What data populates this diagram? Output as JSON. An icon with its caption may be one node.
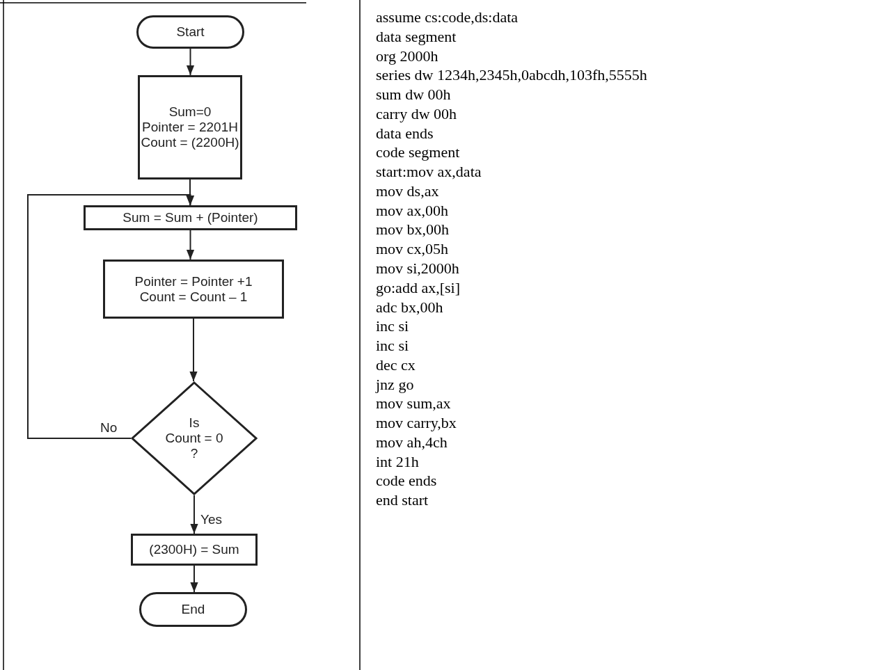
{
  "diagram": {
    "nodes": [
      {
        "text": [
          "Start"
        ]
      },
      {
        "text": [
          "Sum=0",
          "Pointer = 2201H",
          "Count = (2200H)"
        ]
      },
      {
        "text": [
          "Sum = Sum + (Pointer)"
        ]
      },
      {
        "text": [
          "Pointer = Pointer +1",
          "Count = Count – 1"
        ]
      },
      {
        "text": [
          "Is",
          "Count = 0",
          "?"
        ]
      },
      {
        "text": [
          "(2300H) = Sum"
        ]
      },
      {
        "text": [
          "End"
        ]
      }
    ],
    "edges": [
      {
        "from": 0,
        "to": 1,
        "arrow": "to"
      },
      {
        "from": 1,
        "to": 2,
        "arrow": "to"
      },
      {
        "from": 2,
        "to": 3,
        "arrow": "to"
      },
      {
        "from": 3,
        "to": 4,
        "arrow": "to"
      },
      {
        "from": 4,
        "to": 2,
        "arrow": "to",
        "label": "No"
      },
      {
        "from": 4,
        "to": 5,
        "arrow": "to",
        "label": "Yes"
      },
      {
        "from": 5,
        "to": 6,
        "arrow": "to"
      }
    ],
    "labels": [
      "assume cs:code,ds:data",
      "data segment",
      "org 2000h",
      "series dw 1234h,2345h,0abcdh,103fh,5555h",
      "sum dw 00h",
      "carry dw 00h",
      "data ends",
      "code segment",
      "start:mov ax,data",
      "mov ds,ax",
      "mov ax,00h",
      "mov bx,00h",
      "mov cx,05h",
      "mov si,2000h",
      "go:add ax,[si]",
      "adc bx,00h",
      "inc si",
      "inc si",
      "dec cx",
      "jnz go",
      "mov sum,ax",
      "mov carry,bx",
      "mov ah,4ch",
      "int 21h",
      "code ends",
      "end start"
    ]
  }
}
